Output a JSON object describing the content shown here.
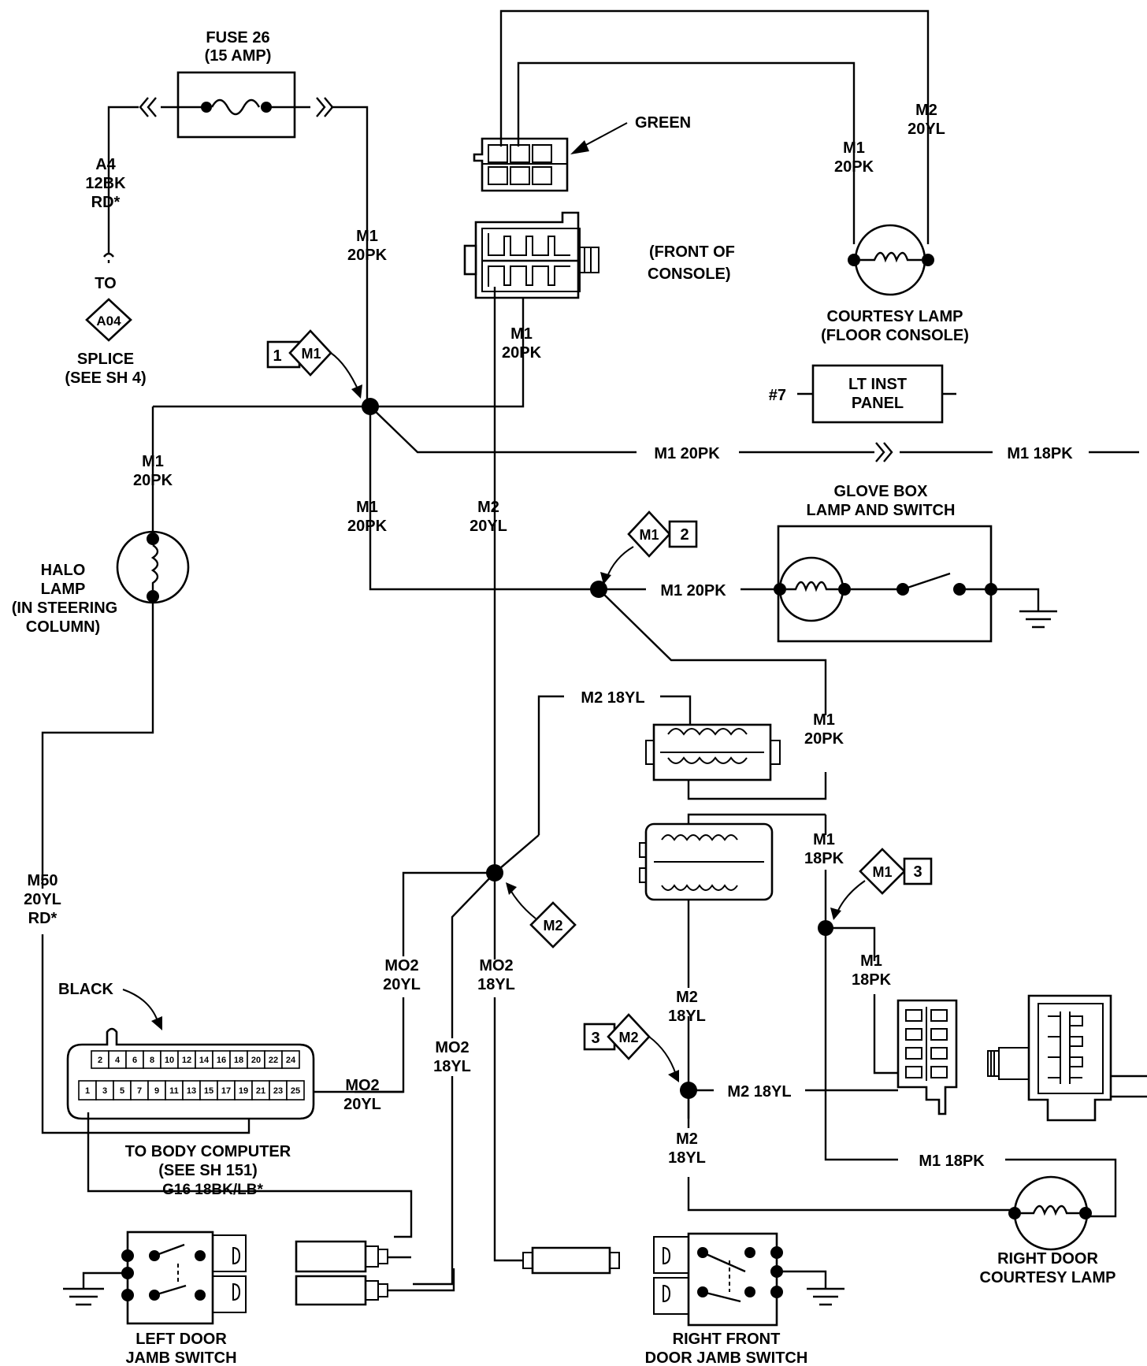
{
  "fuse": {
    "title": "FUSE 26",
    "rating": "(15 AMP)"
  },
  "a4_wire": {
    "circuit": "A4",
    "gauge": "12BK",
    "tracer": "RD*"
  },
  "splice_ref": {
    "to": "TO",
    "code": "A04",
    "name": "SPLICE",
    "see": "(SEE SH 4)"
  },
  "wire_labels": {
    "m1_20pk": "M1",
    "m1_20pk_g": "20PK",
    "m2_20yl": "M2",
    "m2_20yl_g": "20YL",
    "m1_run": "M1 20PK",
    "m1_18pk_run": "M1 18PK",
    "m1_18pk": "M1",
    "m1_18pk_g": "18PK",
    "m2_18yl_run": "M2 18YL",
    "m2_18yl": "M2",
    "m2_18yl_g": "18YL",
    "mo2": "MO2",
    "mo2_20yl_g": "20YL",
    "mo2_18yl_g": "18YL",
    "m50": "M50",
    "m50_g": "20YL",
    "m50_t": "RD*"
  },
  "connectors": {
    "green": "GREEN",
    "front_console_1": "(FRONT OF",
    "front_console_2": "CONSOLE)",
    "black": "BLACK"
  },
  "courtesy_lamp": {
    "line1": "COURTESY LAMP",
    "line2": "(FLOOR CONSOLE)"
  },
  "lt_inst_panel": {
    "ref": "#7",
    "line1": "LT INST",
    "line2": "PANEL"
  },
  "glove_box": {
    "line1": "GLOVE BOX",
    "line2": "LAMP AND SWITCH"
  },
  "halo_lamp": {
    "line1": "HALO",
    "line2": "LAMP",
    "line3": "(IN STEERING",
    "line4": "COLUMN)"
  },
  "splice_markers": {
    "s1": {
      "num": "1",
      "code": "M1"
    },
    "s2": {
      "num": "2",
      "code": "M1"
    },
    "s3": {
      "num": "3",
      "code": "M1"
    },
    "s4": {
      "code": "M2"
    },
    "s5": {
      "num": "3",
      "code": "M2"
    }
  },
  "body_computer": {
    "top_pins": [
      "2",
      "4",
      "6",
      "8",
      "10",
      "12",
      "14",
      "16",
      "18",
      "20",
      "22",
      "24"
    ],
    "bottom_pins": [
      "1",
      "3",
      "5",
      "7",
      "9",
      "11",
      "13",
      "15",
      "17",
      "19",
      "21",
      "23",
      "25"
    ],
    "line1": "TO BODY COMPUTER",
    "line2": "(SEE SH 151)",
    "ground_wire": "G16 18BK/LB*"
  },
  "left_switch": {
    "line1": "LEFT DOOR",
    "line2": "JAMB SWITCH"
  },
  "right_switch": {
    "line1": "RIGHT FRONT",
    "line2": "DOOR JAMB SWITCH"
  },
  "right_lamp": {
    "line1": "RIGHT DOOR",
    "line2": "COURTESY LAMP"
  }
}
